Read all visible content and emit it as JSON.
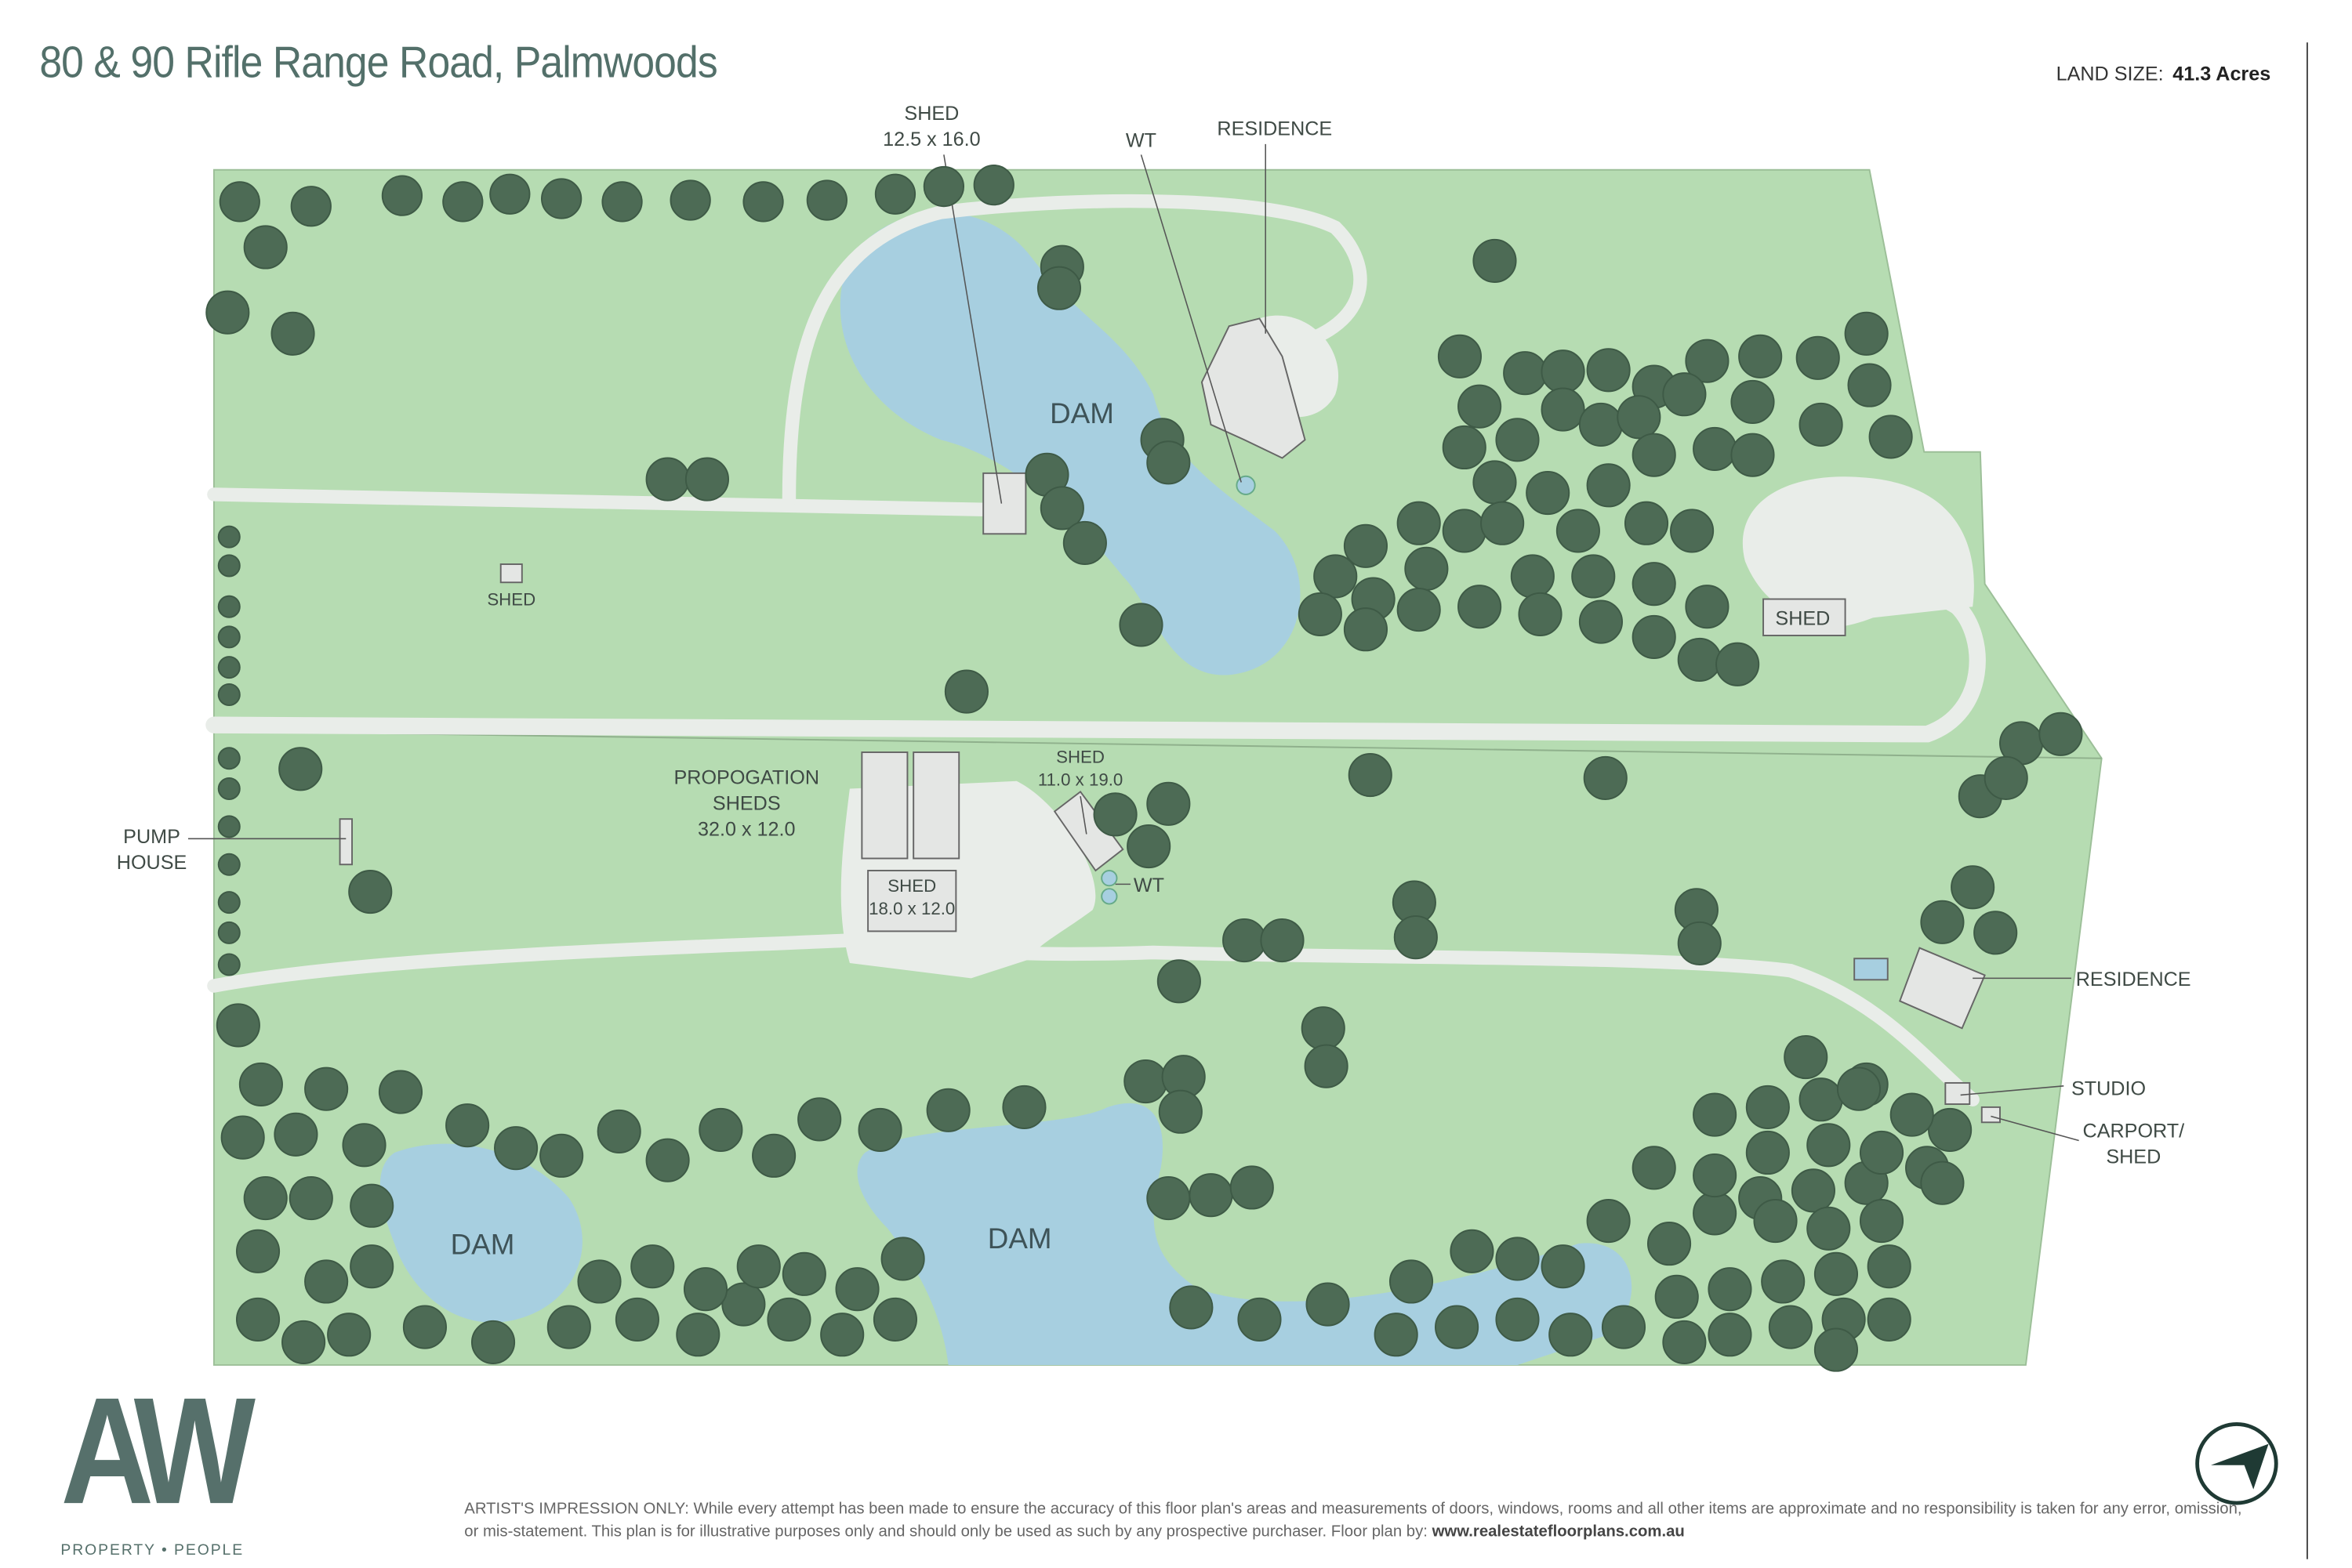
{
  "header": {
    "title": "80 & 90 Rifle Range Road, Palmwoods",
    "land_size_label": "LAND SIZE:",
    "land_size_value": "41.3 Acres"
  },
  "labels": {
    "shed_top_name": "SHED",
    "shed_top_size": "12.5 x 16.0",
    "wt_top": "WT",
    "residence_top": "RESIDENCE",
    "dam_top": "DAM",
    "shed_small": "SHED",
    "shed_right": "SHED",
    "pump_house_1": "PUMP",
    "pump_house_2": "HOUSE",
    "propogation_1": "PROPOGATION",
    "propogation_2": "SHEDS",
    "propogation_size": "32.0 x 12.0",
    "shed_mid_name": "SHED",
    "shed_mid_size": "11.0 x 19.0",
    "shed_lower_name": "SHED",
    "shed_lower_size": "18.0 x 12.0",
    "wt_mid": "WT",
    "residence_right": "RESIDENCE",
    "studio": "STUDIO",
    "carport_1": "CARPORT/",
    "carport_2": "SHED",
    "dam_left": "DAM",
    "dam_center": "DAM"
  },
  "footer": {
    "logo_text": "AW",
    "logo_tagline": "PROPERTY • PEOPLE",
    "disclaimer": "ARTIST'S IMPRESSION ONLY: While every attempt has been made to ensure the accuracy of this floor plan's areas and measurements of doors, windows, rooms and all other items are approximate and no responsibility is taken for any error, omission, or mis-statement. This plan is for illustrative purposes only and should only be used as such by any prospective purchaser. Floor plan by:",
    "website": "www.realestatefloorplans.com.au"
  },
  "colors": {
    "grass": "#b6dcb2",
    "tree": "#4d6b55",
    "water": "#a7cfe0",
    "road": "#e9ede9",
    "text": "#53706a"
  }
}
